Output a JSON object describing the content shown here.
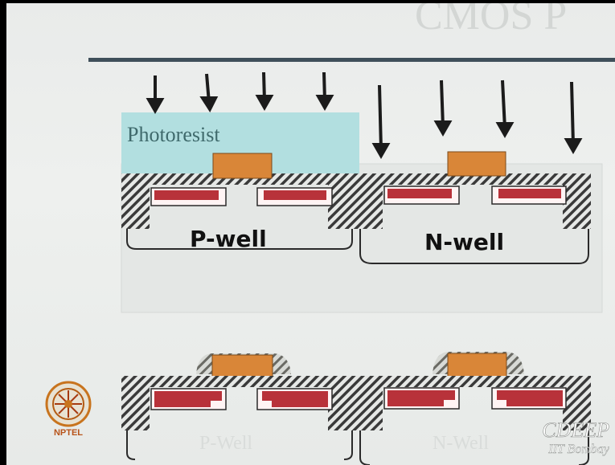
{
  "slide": {
    "partial_title": "CMOS P",
    "top": {
      "photoresist_label": "Photoresist",
      "left_well_label": "P-well",
      "right_well_label": "N-well"
    },
    "bottom": {
      "left_well_label": "P-Well",
      "right_well_label": "N-Well"
    },
    "colors": {
      "photoresist": "#b2dfe0",
      "gate": "#d98638",
      "diffusion": "#b8323a",
      "outline": "#2a2a2a"
    }
  },
  "logo": {
    "text": "NPTEL"
  },
  "watermark": {
    "line1": "CDEEP",
    "line2": "IIT Bombay"
  }
}
